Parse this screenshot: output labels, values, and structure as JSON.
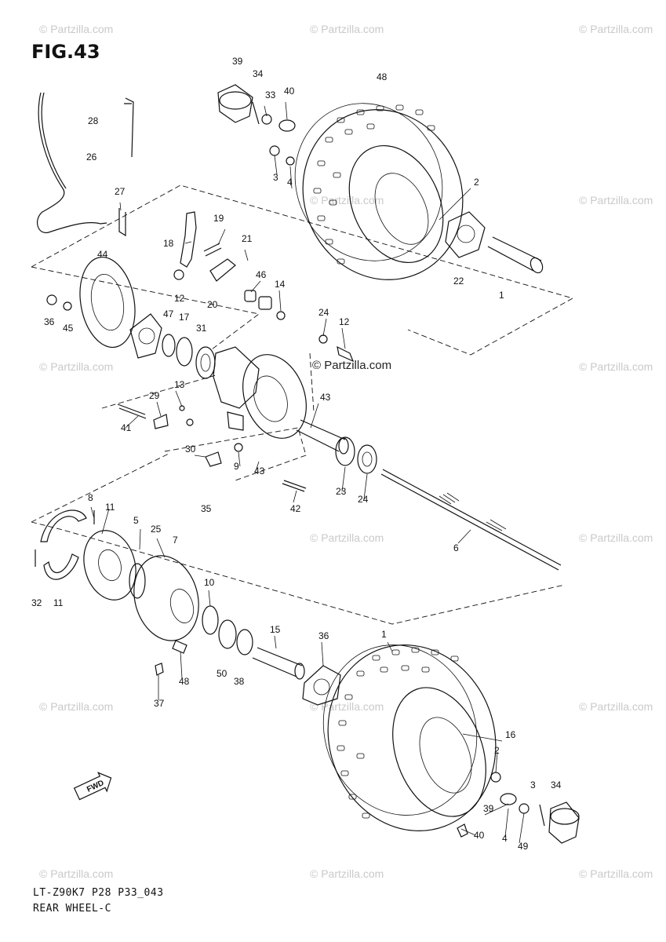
{
  "figure": {
    "title": "FIG.43",
    "code": "LT-Z90K7 P28 P33_043",
    "name": "REAR WHEEL-C"
  },
  "watermark": {
    "text": "© Partzilla.com"
  },
  "direction_badge": {
    "label": "FWD"
  },
  "callouts": [
    "39",
    "34",
    "33",
    "40",
    "48",
    "28",
    "26",
    "3",
    "4",
    "2",
    "27",
    "19",
    "18",
    "21",
    "44",
    "46",
    "14",
    "12",
    "20",
    "22",
    "1",
    "36",
    "45",
    "47",
    "17",
    "31",
    "24",
    "12",
    "13",
    "43",
    "29",
    "41",
    "30",
    "9",
    "43",
    "23",
    "24",
    "35",
    "42",
    "8",
    "11",
    "5",
    "25",
    "7",
    "6",
    "32",
    "11",
    "10",
    "15",
    "36",
    "1",
    "48",
    "50",
    "38",
    "37",
    "16",
    "2",
    "3",
    "34",
    "39",
    "4",
    "40",
    "49",
    "33"
  ]
}
